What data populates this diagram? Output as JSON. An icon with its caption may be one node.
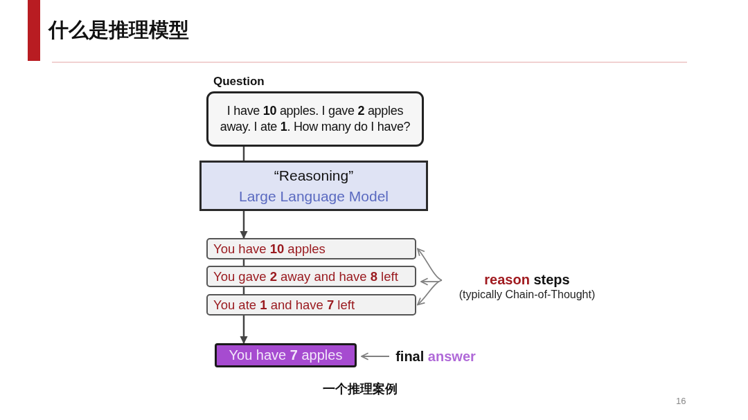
{
  "diagram": {
    "title": "什么是推理模型",
    "caption": "一个推理案例",
    "nodes": [
      {
        "text": [
          "Question",
          "I have **10** apples. I gave **2** apples away. I ate **1**. How many do I have?"
        ]
      },
      {
        "text": [
          "“Reasoning”",
          "Large Language Model"
        ]
      },
      {
        "text": [
          "You have **10** apples"
        ]
      },
      {
        "text": [
          "You gave **2** away and have **8** left"
        ]
      },
      {
        "text": [
          "You ate **1** and have **7** left"
        ]
      },
      {
        "text": [
          "You have **7** apples"
        ]
      },
      {
        "text": [
          "reason steps",
          "(typically Chain-of-Thought)"
        ]
      },
      {
        "text": [
          "final answer"
        ]
      }
    ],
    "edges": [
      {
        "from": 0,
        "to": 1,
        "arrow": "none"
      },
      {
        "from": 1,
        "to": 2,
        "arrow": "to"
      },
      {
        "from": 2,
        "to": 3,
        "arrow": "none"
      },
      {
        "from": 3,
        "to": 4,
        "arrow": "none"
      },
      {
        "from": 4,
        "to": 5,
        "arrow": "to"
      },
      {
        "from": 6,
        "to": 2,
        "arrow": "to",
        "color": "#808080"
      },
      {
        "from": 6,
        "to": 3,
        "arrow": "to",
        "color": "#808080"
      },
      {
        "from": 6,
        "to": 4,
        "arrow": "to",
        "color": "#808080"
      },
      {
        "from": 7,
        "to": 5,
        "arrow": "to",
        "color": "#808080"
      }
    ],
    "labels": [
      "16"
    ]
  }
}
